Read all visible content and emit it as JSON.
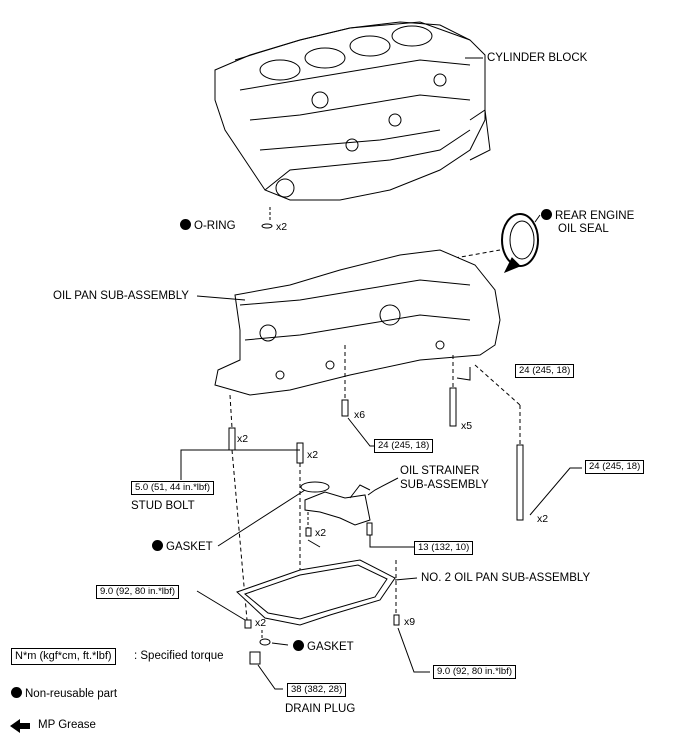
{
  "labels": {
    "cylinder_block": "CYLINDER BLOCK",
    "o_ring": "O-RING",
    "o_ring_qty": "x2",
    "rear_seal_1": "REAR ENGINE",
    "rear_seal_2": "OIL SEAL",
    "oil_pan": "OIL PAN SUB-ASSEMBLY",
    "oil_strainer_1": "OIL STRAINER",
    "oil_strainer_2": "SUB-ASSEMBLY",
    "stud_bolt": "STUD BOLT",
    "gasket_1": "GASKET",
    "no2_oil_pan": "NO. 2 OIL PAN SUB-ASSEMBLY",
    "gasket_2": "GASKET",
    "drain_plug": "DRAIN PLUG"
  },
  "quantities": {
    "x6": "x6",
    "x5": "x5",
    "x2_stud_a": "x2",
    "x2_stud_b": "x2",
    "x2_long": "x2",
    "x2_strainer": "x2",
    "x2_pan_bolt": "x2",
    "x9": "x9"
  },
  "torques": {
    "t_24_a": "24 (245, 18)",
    "t_24_b": "24 (245, 18)",
    "t_24_c": "24 (245, 18)",
    "t_stud": "5.0 (51, 44 in.*lbf)",
    "t_strainer": "13 (132, 10)",
    "t_pan_left": "9.0 (92, 80 in.*lbf)",
    "t_pan_right": "9.0 (92, 80 in.*lbf)",
    "t_drain": "38 (382, 28)"
  },
  "legend": {
    "torque_box": "N*m (kgf*cm, ft.*lbf)",
    "torque_desc": ": Specified torque",
    "non_reusable": "Non-reusable part",
    "mp_grease": "MP Grease"
  }
}
